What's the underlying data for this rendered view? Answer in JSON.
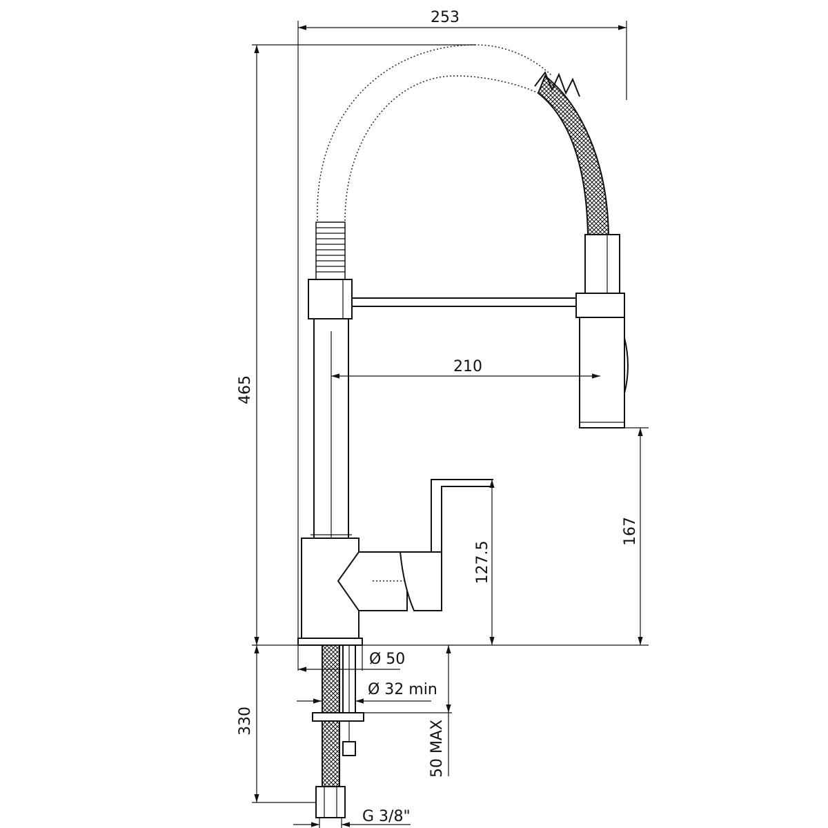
{
  "dimensions": {
    "total_width": "253",
    "total_height": "465",
    "spout_reach": "210",
    "outlet_height": "167",
    "handle_height": "127.5",
    "base_diameter": "Ø 50",
    "hole_diameter": "Ø 32 min",
    "hose_length": "330",
    "deck_thickness": "50 MAX",
    "connection": "G 3/8\""
  }
}
